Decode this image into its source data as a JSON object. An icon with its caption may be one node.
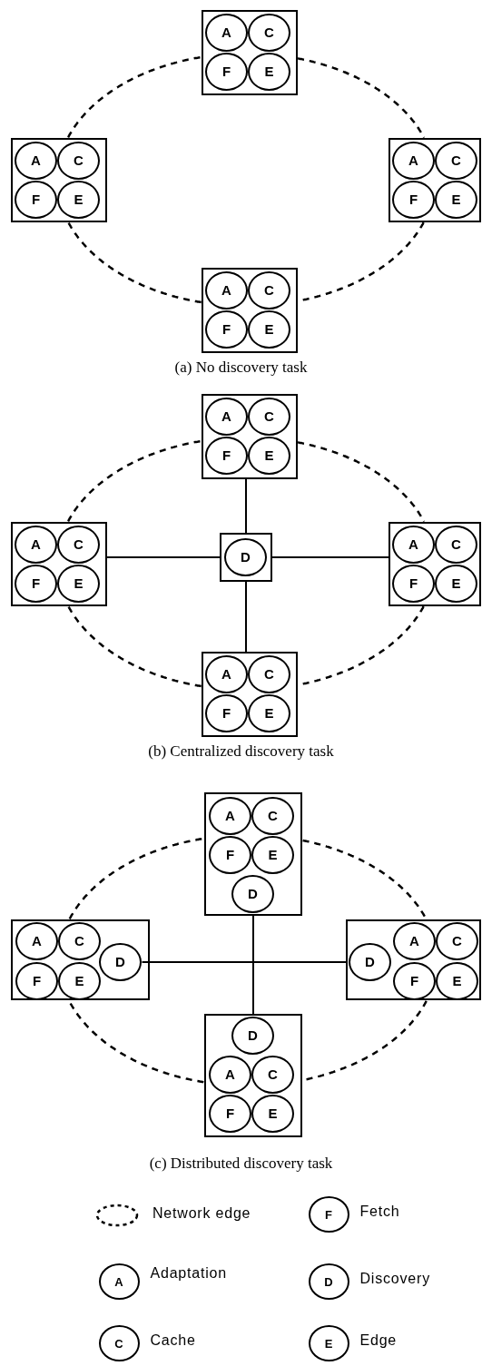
{
  "diagram": {
    "nodes": [
      {
        "text": [],
        "shape": "box"
      },
      {
        "text": [
          "A"
        ],
        "in": 0
      },
      {
        "text": [
          "C"
        ],
        "in": 0
      },
      {
        "text": [
          "F"
        ],
        "in": 0
      },
      {
        "text": [
          "E"
        ],
        "in": 0
      },
      {
        "text": [],
        "shape": "box"
      },
      {
        "text": [
          "A"
        ],
        "in": 5
      },
      {
        "text": [
          "C"
        ],
        "in": 5
      },
      {
        "text": [
          "F"
        ],
        "in": 5
      },
      {
        "text": [
          "E"
        ],
        "in": 5
      },
      {
        "text": [],
        "shape": "box"
      },
      {
        "text": [
          "A"
        ],
        "in": 10
      },
      {
        "text": [
          "C"
        ],
        "in": 10
      },
      {
        "text": [
          "F"
        ],
        "in": 10
      },
      {
        "text": [
          "E"
        ],
        "in": 10
      },
      {
        "text": [],
        "shape": "box"
      },
      {
        "text": [
          "A"
        ],
        "in": 15
      },
      {
        "text": [
          "C"
        ],
        "in": 15
      },
      {
        "text": [
          "F"
        ],
        "in": 15
      },
      {
        "text": [
          "E"
        ],
        "in": 15
      },
      {
        "text": [],
        "shape": "box"
      },
      {
        "text": [
          "A"
        ],
        "in": 20
      },
      {
        "text": [
          "C"
        ],
        "in": 20
      },
      {
        "text": [
          "F"
        ],
        "in": 20
      },
      {
        "text": [
          "E"
        ],
        "in": 20
      },
      {
        "text": [],
        "shape": "box"
      },
      {
        "text": [
          "A"
        ],
        "in": 25
      },
      {
        "text": [
          "C"
        ],
        "in": 25
      },
      {
        "text": [
          "F"
        ],
        "in": 25
      },
      {
        "text": [
          "E"
        ],
        "in": 25
      },
      {
        "text": [],
        "shape": "box"
      },
      {
        "text": [
          "D"
        ],
        "in": 30
      },
      {
        "text": [],
        "shape": "box"
      },
      {
        "text": [
          "A"
        ],
        "in": 32
      },
      {
        "text": [
          "C"
        ],
        "in": 32
      },
      {
        "text": [
          "F"
        ],
        "in": 32
      },
      {
        "text": [
          "E"
        ],
        "in": 32
      },
      {
        "text": [],
        "shape": "box"
      },
      {
        "text": [
          "A"
        ],
        "in": 37
      },
      {
        "text": [
          "C"
        ],
        "in": 37
      },
      {
        "text": [
          "F"
        ],
        "in": 37
      },
      {
        "text": [
          "E"
        ],
        "in": 37
      },
      {
        "text": [],
        "shape": "box"
      },
      {
        "text": [
          "A"
        ],
        "in": 42
      },
      {
        "text": [
          "C"
        ],
        "in": 42
      },
      {
        "text": [
          "F"
        ],
        "in": 42
      },
      {
        "text": [
          "E"
        ],
        "in": 42
      },
      {
        "text": [
          "D"
        ],
        "in": 42
      },
      {
        "text": [],
        "shape": "box"
      },
      {
        "text": [
          "A"
        ],
        "in": 48
      },
      {
        "text": [
          "C"
        ],
        "in": 48
      },
      {
        "text": [
          "F"
        ],
        "in": 48
      },
      {
        "text": [
          "E"
        ],
        "in": 48
      },
      {
        "text": [
          "D"
        ],
        "in": 48
      },
      {
        "text": [],
        "shape": "box"
      },
      {
        "text": [
          "D"
        ],
        "in": 54
      },
      {
        "text": [
          "A"
        ],
        "in": 54
      },
      {
        "text": [
          "C"
        ],
        "in": 54
      },
      {
        "text": [
          "F"
        ],
        "in": 54
      },
      {
        "text": [
          "E"
        ],
        "in": 54
      },
      {
        "text": [],
        "shape": "box"
      },
      {
        "text": [
          "D"
        ],
        "in": 60
      },
      {
        "text": [
          "A"
        ],
        "in": 60
      },
      {
        "text": [
          "C"
        ],
        "in": 60
      },
      {
        "text": [
          "F"
        ],
        "in": 60
      },
      {
        "text": [
          "E"
        ],
        "in": 60
      },
      {
        "text": [
          "F"
        ],
        "beside": [
          "Fetch"
        ]
      },
      {
        "text": [
          "A"
        ],
        "beside": [
          "Adaptation"
        ]
      },
      {
        "text": [
          "D"
        ],
        "beside": [
          "Discovery"
        ]
      },
      {
        "text": [
          "C"
        ],
        "beside": [
          "Cache"
        ]
      },
      {
        "text": [
          "E"
        ],
        "beside": [
          "Edge"
        ]
      }
    ],
    "edges": [
      {
        "from": 0,
        "to": 10,
        "arrow": "none",
        "style": "dashed"
      },
      {
        "from": 10,
        "to": 15,
        "arrow": "none",
        "style": "dashed"
      },
      {
        "from": 15,
        "to": 5,
        "arrow": "none",
        "style": "dashed"
      },
      {
        "from": 5,
        "to": 0,
        "arrow": "none",
        "style": "dashed"
      },
      {
        "from": 20,
        "to": 32,
        "arrow": "none",
        "style": "dashed"
      },
      {
        "from": 32,
        "to": 37,
        "arrow": "none",
        "style": "dashed"
      },
      {
        "from": 37,
        "to": 25,
        "arrow": "none",
        "style": "dashed"
      },
      {
        "from": 25,
        "to": 20,
        "arrow": "none",
        "style": "dashed"
      },
      {
        "from": 20,
        "to": 30,
        "arrow": "none"
      },
      {
        "from": 25,
        "to": 30,
        "arrow": "none"
      },
      {
        "from": 30,
        "to": 32,
        "arrow": "none"
      },
      {
        "from": 30,
        "to": 37,
        "arrow": "none"
      },
      {
        "from": 42,
        "to": 54,
        "arrow": "none",
        "style": "dashed"
      },
      {
        "from": 54,
        "to": 60,
        "arrow": "none",
        "style": "dashed"
      },
      {
        "from": 60,
        "to": 48,
        "arrow": "none",
        "style": "dashed"
      },
      {
        "from": 48,
        "to": 42,
        "arrow": "none",
        "style": "dashed"
      },
      {
        "from": 53,
        "to": 54,
        "arrow": "none"
      },
      {
        "from": 42,
        "to": 60,
        "arrow": "none"
      }
    ],
    "labels": [
      "(a) No discovery task",
      "(b) Centralized discovery task",
      "(c) Distributed discovery task"
    ],
    "legend": [
      {
        "text": "Network edge"
      }
    ]
  }
}
